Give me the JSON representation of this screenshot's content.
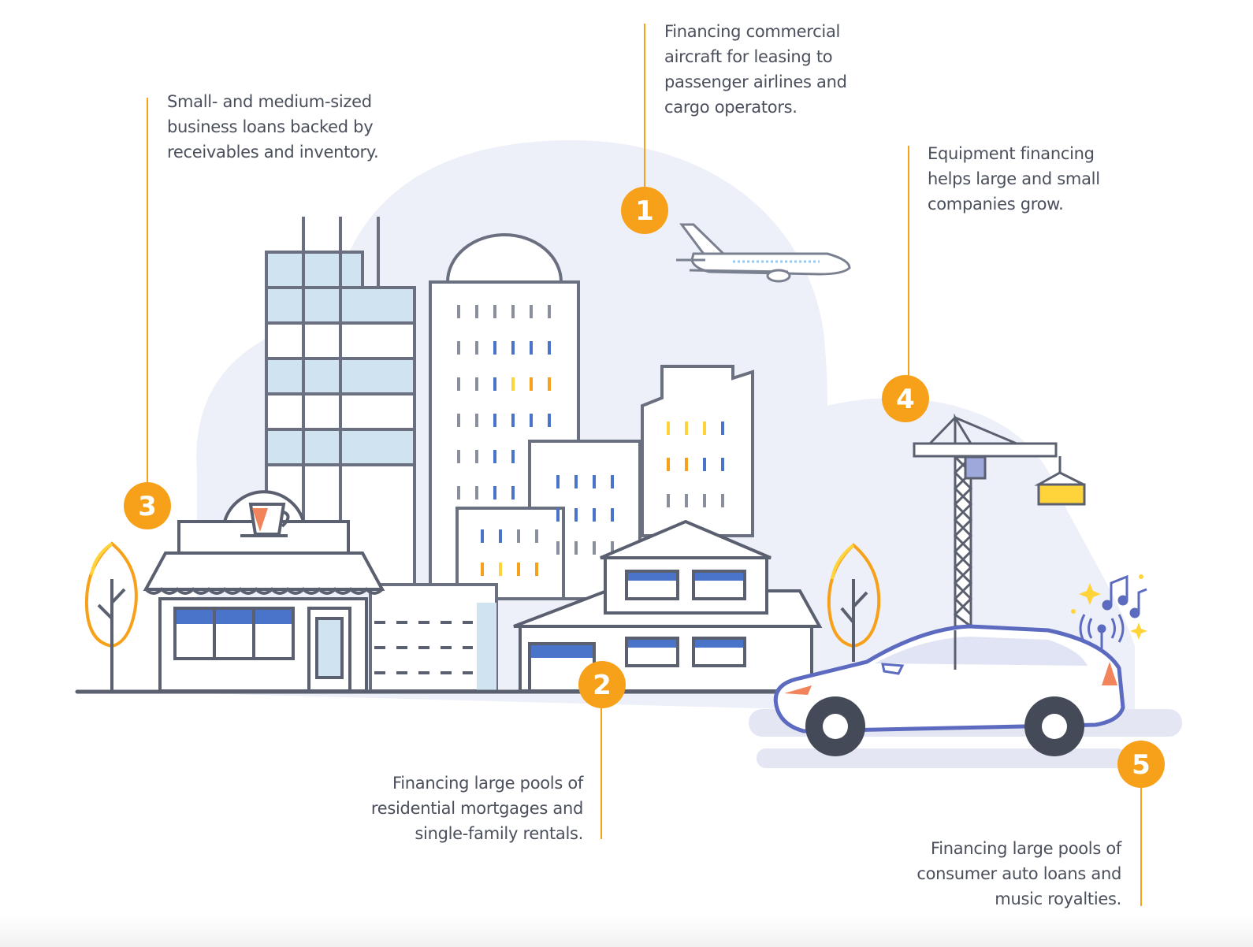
{
  "callouts": [
    {
      "number": "1",
      "lines": [
        "Financing commercial",
        "aircraft for leasing to",
        "passenger airlines and",
        "cargo operators."
      ]
    },
    {
      "number": "2",
      "lines": [
        "Financing large pools of",
        "residential mortgages and",
        "single-family rentals."
      ]
    },
    {
      "number": "3",
      "lines": [
        "Small- and medium-sized",
        "business loans backed by",
        "receivables and inventory."
      ]
    },
    {
      "number": "4",
      "lines": [
        "Equipment financing",
        "helps large and small",
        "companies grow."
      ]
    },
    {
      "number": "5",
      "lines": [
        "Financing large pools of",
        "consumer auto loans and",
        "music royalties."
      ]
    }
  ],
  "colors": {
    "accent": "#F7A11A",
    "outline": "#5B6070",
    "sky_blob": "#EDF0F8",
    "window_blue": "#CFE3F1",
    "car_blue": "#5C6BC0"
  }
}
